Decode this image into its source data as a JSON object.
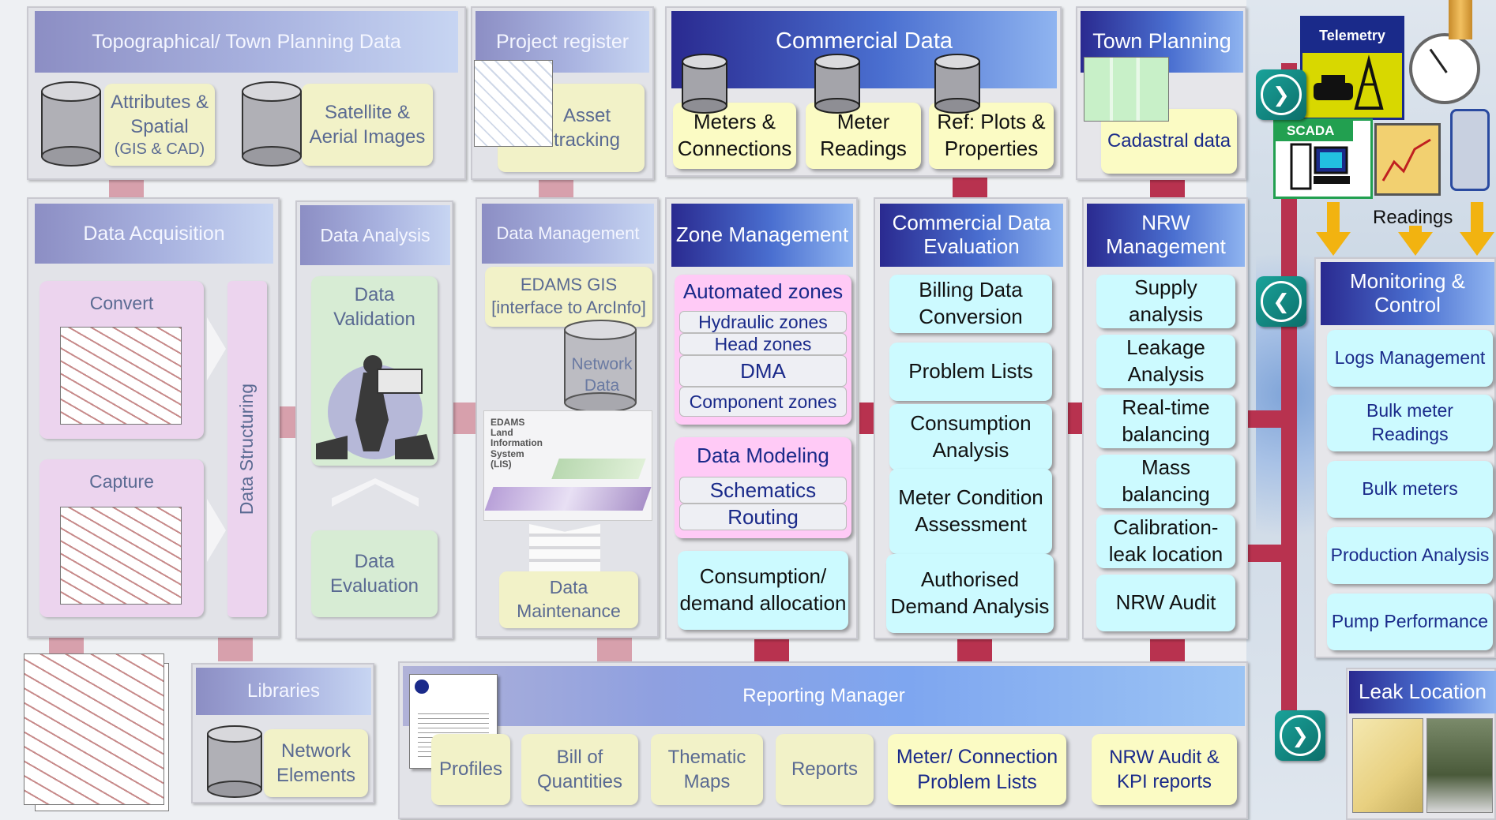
{
  "topographical": {
    "title": "Topographical/ Town Planning Data",
    "attributes": "Attributes & Spatial",
    "attributes_sub": "(GIS & CAD)",
    "satellite": "Satellite & Aerial Images"
  },
  "project_register": {
    "title": "Project register",
    "asset": "Asset tracking"
  },
  "commercial_data": {
    "title": "Commercial Data",
    "items": [
      "Meters & Connections",
      "Meter Readings",
      "Ref: Plots & Properties"
    ]
  },
  "town_planning": {
    "title": "Town Planning",
    "cadastral": "Cadastral data"
  },
  "telemetry": {
    "label": "Telemetry",
    "scada": "SCADA",
    "readings": "Readings"
  },
  "data_acquisition": {
    "title": "Data Acquisition",
    "convert": "Convert",
    "capture": "Capture",
    "structuring": "Data Structuring"
  },
  "data_analysis": {
    "title": "Data Analysis",
    "validation": "Data Validation",
    "evaluation": "Data Evaluation"
  },
  "data_management": {
    "title": "Data Management",
    "gis": "EDAMS GIS [interface to ArcInfo]",
    "network_data": "Network Data",
    "lis": [
      "EDAMS",
      "Land",
      "Information",
      "System",
      "(LIS)"
    ],
    "maintenance": "Data Maintenance"
  },
  "zone_management": {
    "title": "Zone Management",
    "automated": "Automated zones",
    "zones": [
      "Hydraulic zones",
      "Head zones",
      "DMA",
      "Component zones"
    ],
    "modeling": "Data Modeling",
    "modeling_items": [
      "Schematics",
      "Routing"
    ],
    "consumption": "Consumption/ demand allocation"
  },
  "commercial_eval": {
    "title": "Commercial Data Evaluation",
    "items": [
      "Billing Data Conversion",
      "Problem Lists",
      "Consumption Analysis",
      "Meter Condition Assessment",
      "Authorised Demand Analysis"
    ]
  },
  "nrw": {
    "title": "NRW Management",
    "items": [
      "Supply analysis",
      "Leakage Analysis",
      "Real-time balancing",
      "Mass balancing",
      "Calibration- leak location",
      "NRW Audit"
    ]
  },
  "monitoring": {
    "title": "Monitoring & Control",
    "items": [
      "Logs Management",
      "Bulk meter Readings",
      "Bulk meters",
      "Production Analysis",
      "Pump Performance"
    ]
  },
  "leak_location": {
    "title": "Leak Location"
  },
  "libraries": {
    "title": "Libraries",
    "network": "Network Elements"
  },
  "reporting": {
    "title": "Reporting Manager",
    "items": [
      "Profiles",
      "Bill of Quantities",
      "Thematic Maps",
      "Reports",
      "Meter/ Connection Problem Lists",
      "NRW Audit & KPI reports"
    ]
  },
  "colors": {
    "connector": "#b8324f",
    "header_dark": "#2a2a90",
    "header_light": "#8fb4f0",
    "tile_cyan": "#ccfaff",
    "tile_yellow": "#fbfbc4",
    "pink": "#ffcaf6",
    "arrow": "#f2b310"
  }
}
